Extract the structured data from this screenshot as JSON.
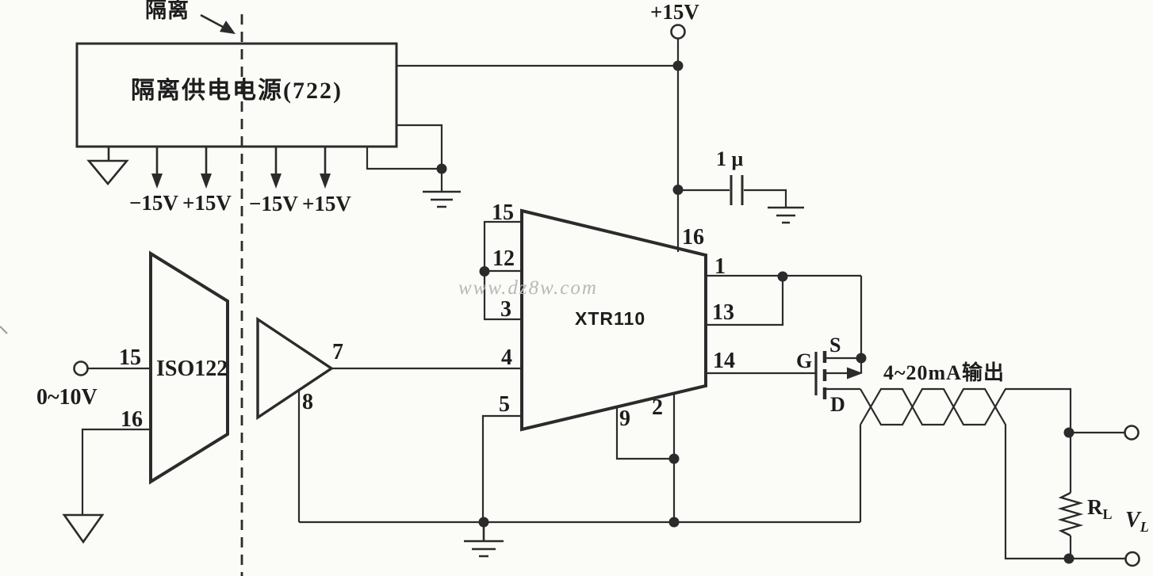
{
  "colors": {
    "line": "#2b2b2b",
    "text": "#1d1d1d",
    "watermark": "#b8b8b8",
    "background": "#fbfbf8"
  },
  "isolation": {
    "label": "隔离"
  },
  "power_supply": {
    "label": "隔离供电电源(722)",
    "outputs": [
      "−15V",
      "+15V",
      "−15V",
      "+15V"
    ]
  },
  "vcc": {
    "label": "+15V"
  },
  "capacitor": {
    "label": "1 μ"
  },
  "iso122": {
    "name": "ISO122",
    "pin_in": "15",
    "pin_gnd": "16",
    "input_range": "0~10V"
  },
  "buffer_amp": {
    "pin_out": "7",
    "pin_fb": "8"
  },
  "xtr110": {
    "name": "XTR110",
    "pin15": "15",
    "pin12": "12",
    "pin3": "3",
    "pin4": "4",
    "pin5": "5",
    "pin16": "16",
    "pin1": "1",
    "pin13": "13",
    "pin14": "14",
    "pin9": "9",
    "pin2": "2"
  },
  "mosfet": {
    "source": "S",
    "gate": "G",
    "drain": "D"
  },
  "output": {
    "label": "4~20mA输出"
  },
  "load": {
    "resistor": "R",
    "resistor_sub": "L",
    "voltage": "V",
    "voltage_sub": "L"
  },
  "watermark": {
    "text": "www.dz8w.com"
  }
}
